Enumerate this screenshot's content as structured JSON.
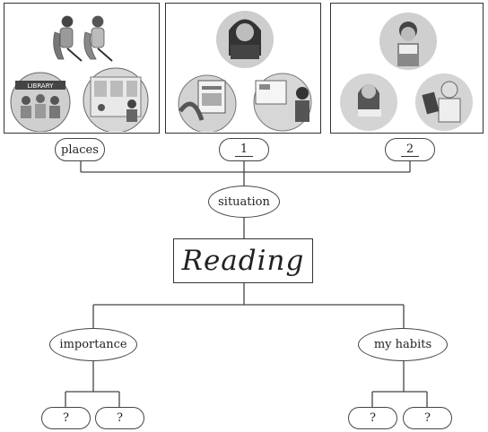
{
  "central": "Reading",
  "situation": "situation",
  "top_labels": {
    "places": "places",
    "blank1": "1",
    "blank2": "2"
  },
  "branches": {
    "importance": "importance",
    "habits": "my habits"
  },
  "leaves": [
    "?",
    "?",
    "?",
    "?"
  ],
  "photo_text": {
    "library_sign": "LIBRARY"
  }
}
